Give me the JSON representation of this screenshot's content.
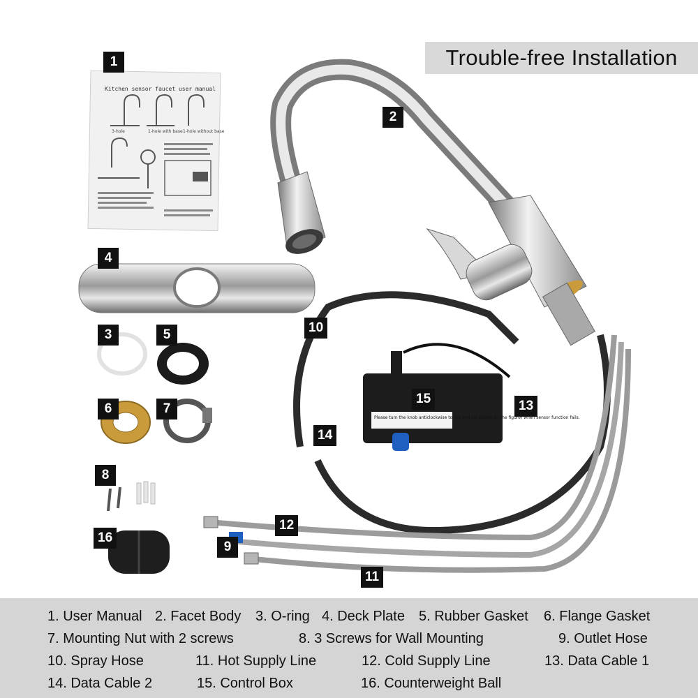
{
  "headline": "Trouble-free Installation",
  "manual": {
    "title": "Kitchen sensor faucet user manual",
    "variants": [
      "3-hole",
      "1-hole with base",
      "1-hole without base"
    ]
  },
  "control_box_label": "Please turn the knob anticlockwise to the end (as shown on the figure) when sensor function fails.",
  "part_numbers": [
    "1",
    "2",
    "3",
    "4",
    "5",
    "6",
    "7",
    "8",
    "9",
    "10",
    "11",
    "12",
    "13",
    "14",
    "15",
    "16"
  ],
  "legend": [
    "1. User Manual",
    "2. Facet Body",
    "3. O-ring",
    "4. Deck Plate",
    "5. Rubber Gasket",
    "6. Flange Gasket",
    "7. Mounting Nut with 2 screws",
    "8. 3 Screws for Wall Mounting",
    "9. Outlet Hose",
    "10. Spray Hose",
    "11. Hot Supply Line",
    "12. Cold Supply Line",
    "13. Data Cable 1",
    "14. Data Cable 2",
    "15. Control Box",
    "16. Counterweight Ball"
  ],
  "colors": {
    "chrome": "#c8c8c8",
    "label_bg": "#111111",
    "banner_bg": "#d9d9d9",
    "legend_bg": "#d5d5d5",
    "brass": "#c99b3b",
    "blue_fitting": "#1f5fbf"
  }
}
